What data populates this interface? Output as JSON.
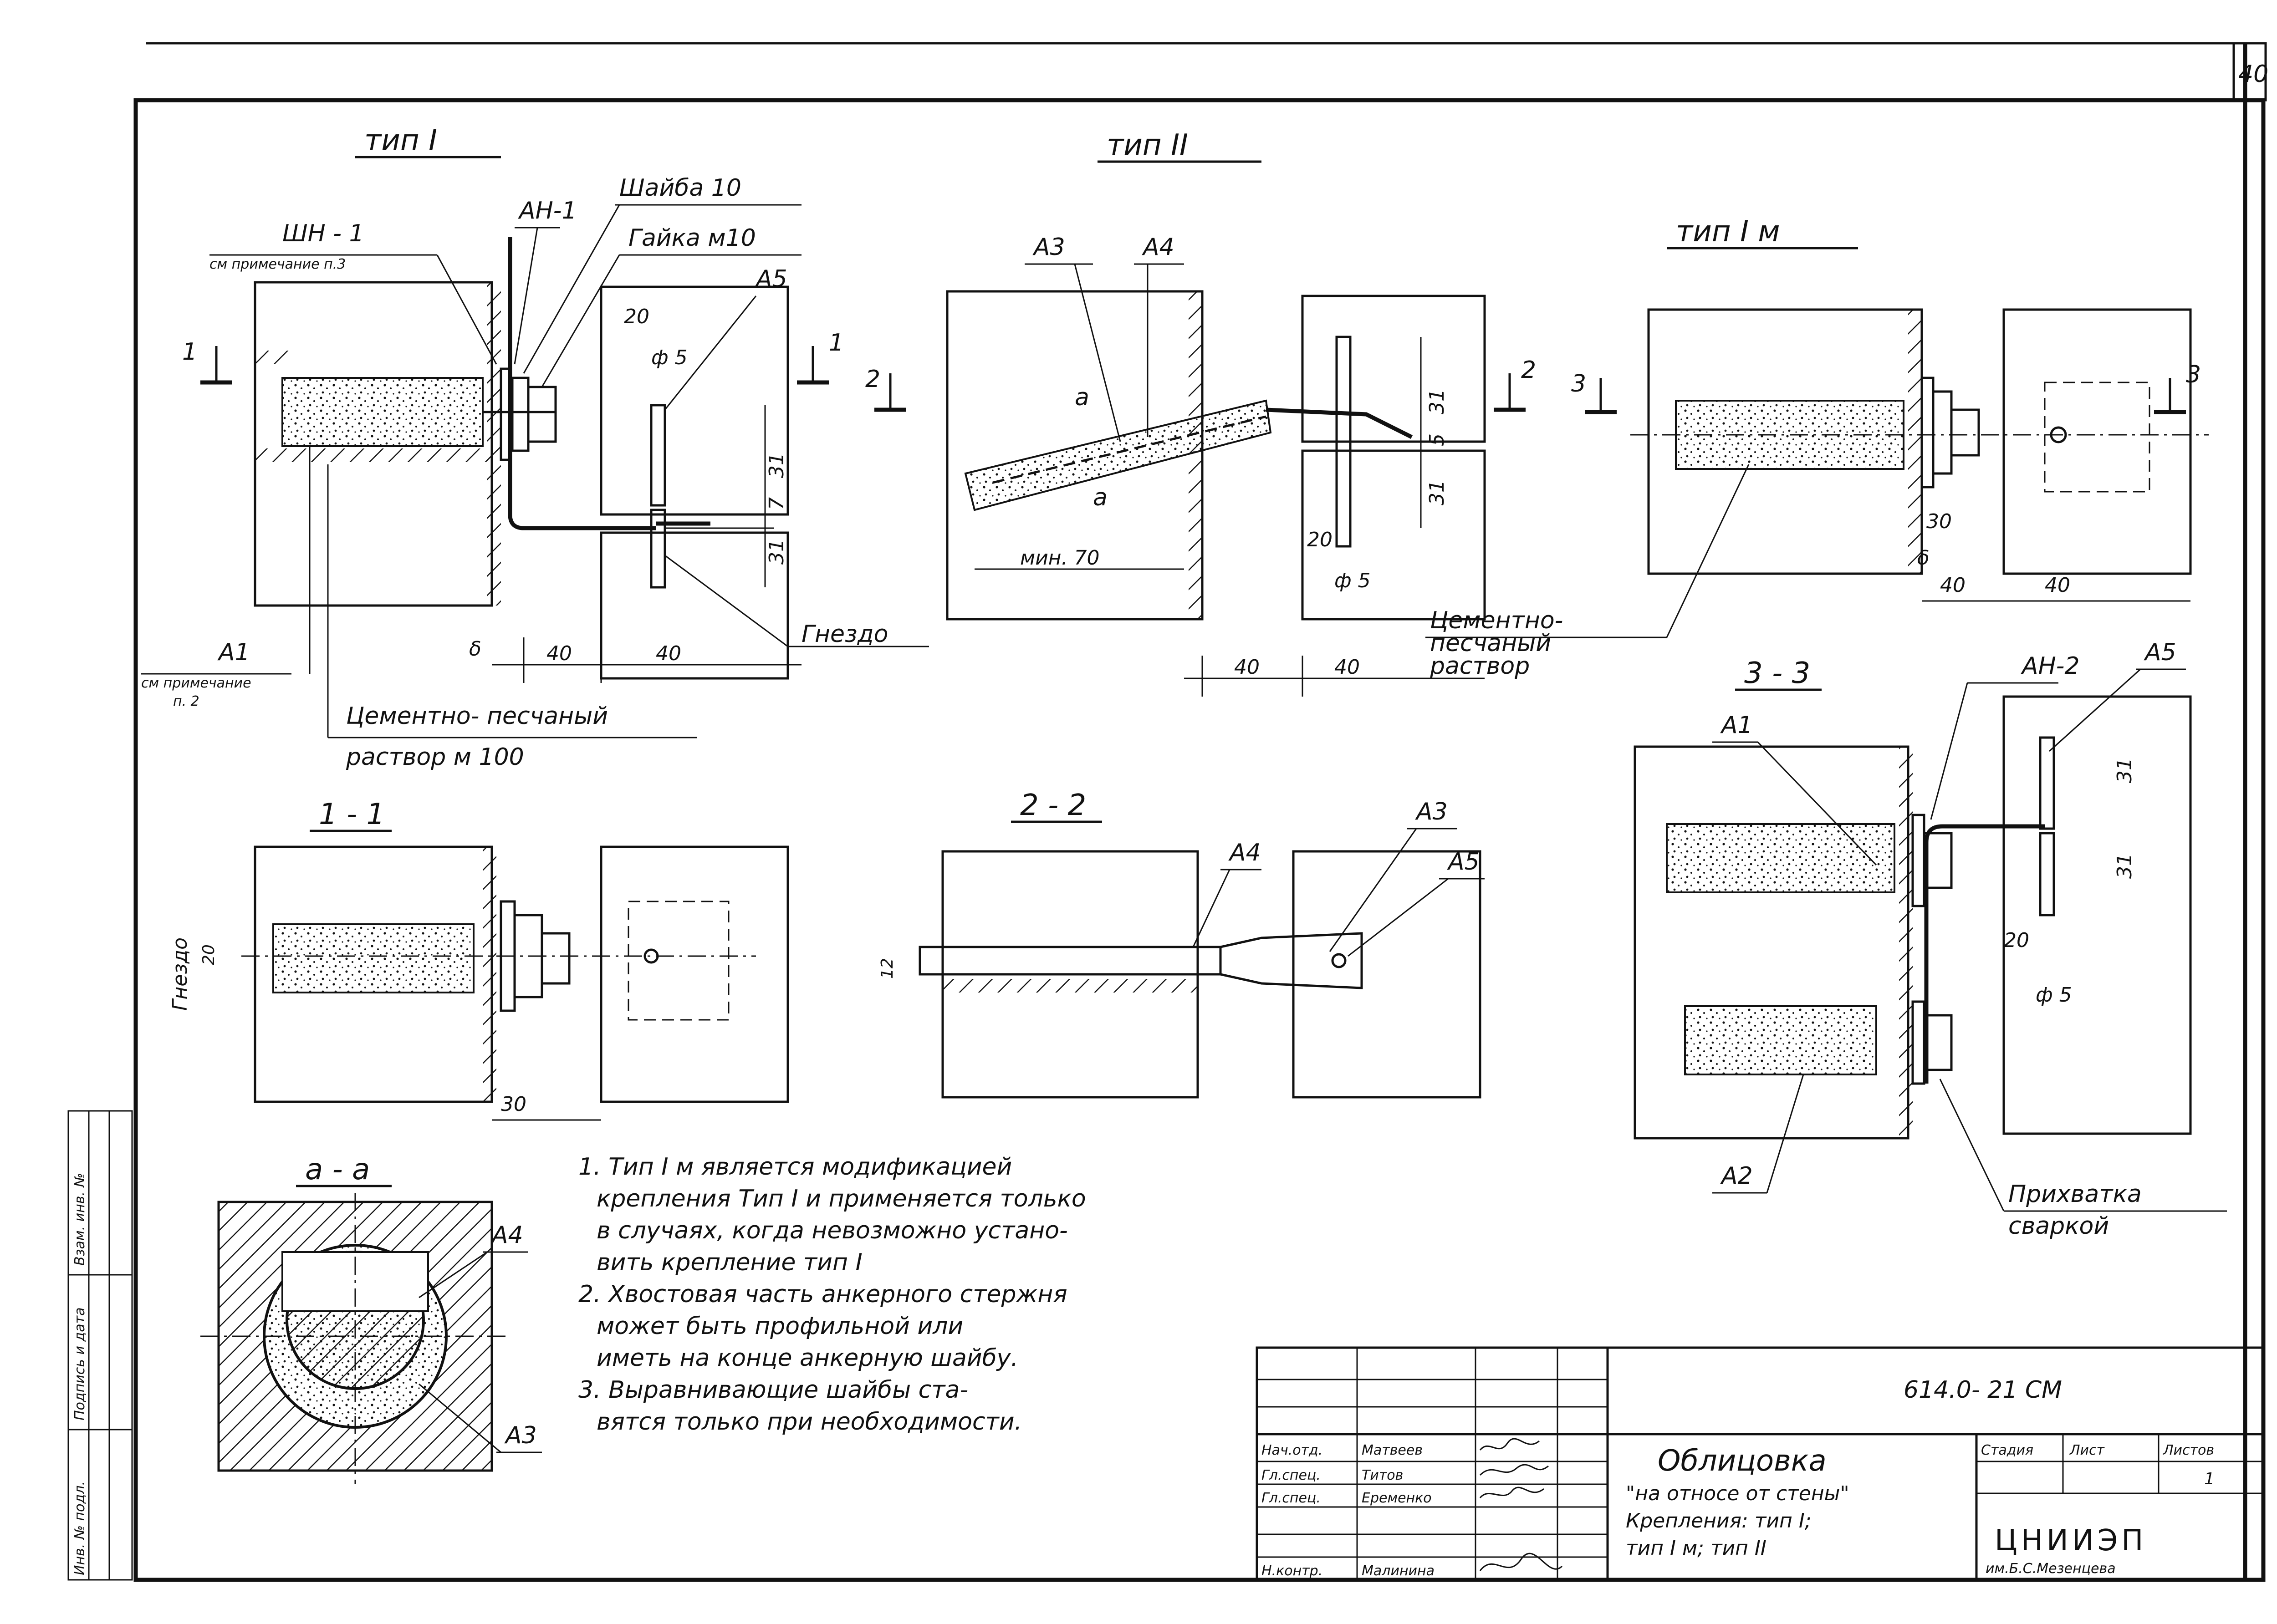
{
  "sheet": {
    "number": "40",
    "code": "614.0- 21 СМ"
  },
  "views": {
    "type1": {
      "title": "тип I"
    },
    "type2": {
      "title": "тип II"
    },
    "type1m": {
      "title": "тип I м"
    },
    "sec11": {
      "title": "1 - 1"
    },
    "sec22": {
      "title": "2 - 2"
    },
    "sec33": {
      "title": "3 - 3"
    },
    "secaa": {
      "title": "а - а"
    }
  },
  "labels": {
    "shn1": "ШН - 1",
    "see_note3": "см примечание п.3",
    "ah1": "АН-1",
    "washer": "Шайба 10",
    "nut": "Гайка м10",
    "a1": "А1",
    "a2": "А2",
    "a3": "А3",
    "a4": "А4",
    "a5": "А5",
    "ah2": "АН-2",
    "see_note2_a": "см примечание",
    "see_note2_b": "п. 2",
    "mortar1_a": "Цементно- песчаный",
    "mortar1_b": "раствор м 100",
    "mortar2_a": "Цементно-",
    "mortar2_b": "песчаный",
    "mortar2_c": "раствор",
    "nest": "Гнездо",
    "nest_v": "Гнездо",
    "weld_a": "Прихватка",
    "weld_b": "сваркой",
    "min70": "мин. 70",
    "alpha": "а",
    "delta": "δ",
    "cut1": "1",
    "cut2": "2",
    "cut3": "3"
  },
  "dims": {
    "d20": "20",
    "d5": "5",
    "d31": "31",
    "d7": "7",
    "d40": "40",
    "d30": "30",
    "d12": "12",
    "d20v": "20",
    "phi5": "ф 5"
  },
  "notes": [
    "1. Тип I м является модификацией",
    "крепления Тип I и применяется только",
    "в случаях, когда невозможно устано-",
    "вить крепление тип I",
    "2. Хвостовая часть анкерного стержня",
    "может быть профильной или",
    "иметь на конце анкерную шайбу.",
    "3. Выравнивающие шайбы ста-",
    "вятся только при необходимости."
  ],
  "title_block": {
    "roles": [
      "Нач.отд.",
      "Гл.спец.",
      "Гл.спец.",
      "Н.контр."
    ],
    "names": [
      "Матвеев",
      "Титов",
      "Еременко",
      "Малинина"
    ],
    "signatures": [
      "",
      "",
      "",
      ""
    ],
    "title_lines": [
      "Облицовка",
      "\"на относе от стены\"",
      "Крепления: тип I;",
      "тип I м; тип II"
    ],
    "stage_header": "Стадия",
    "sheet_header": "Лист",
    "sheets_header": "Листов",
    "sheet_value": "",
    "sheets_value": "1",
    "org": "ЦНИИЭП",
    "org_sub": "им.Б.С.Мезенцева"
  },
  "side_stamp": [
    "Взам. инв. №",
    "Подпись и дата",
    "Инв. № подл."
  ]
}
